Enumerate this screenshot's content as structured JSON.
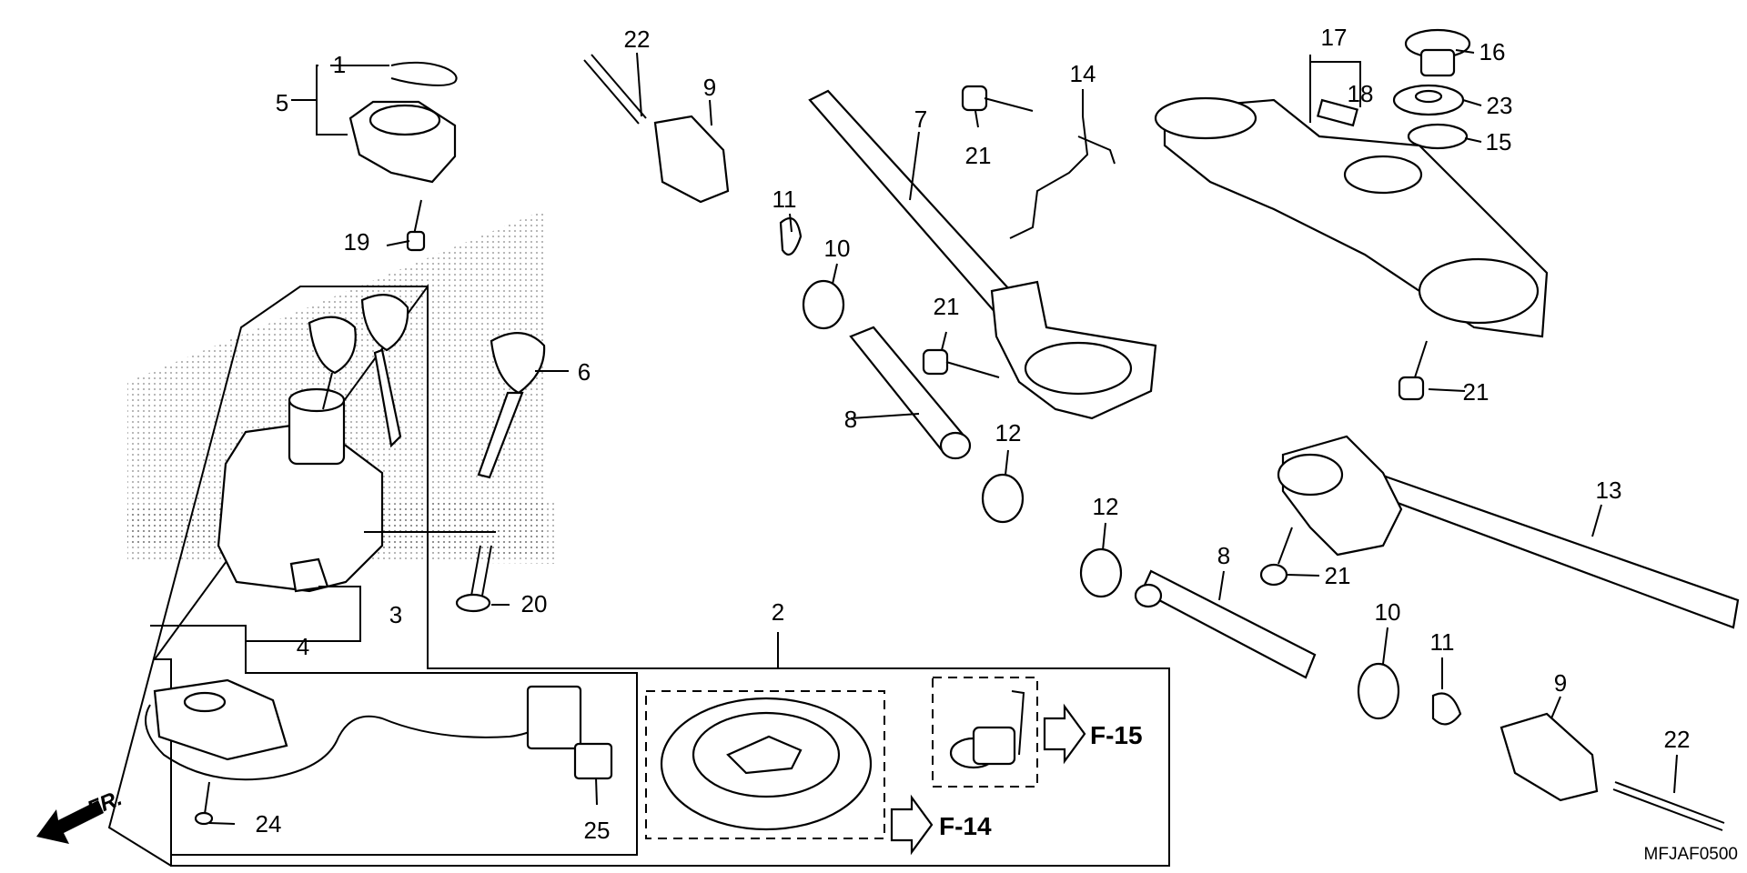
{
  "diagram": {
    "code": "MFJAF0500",
    "direction_label": "FR.",
    "references": [
      {
        "id": "f15",
        "label": "F-15"
      },
      {
        "id": "f14",
        "label": "F-14"
      }
    ],
    "callouts": [
      "1",
      "2",
      "3",
      "4",
      "5",
      "6",
      "7",
      "8",
      "8",
      "9",
      "9",
      "10",
      "10",
      "11",
      "11",
      "12",
      "12",
      "13",
      "14",
      "15",
      "16",
      "17",
      "18",
      "19",
      "20",
      "21",
      "21",
      "21",
      "21",
      "22",
      "22",
      "23",
      "24",
      "25"
    ]
  }
}
